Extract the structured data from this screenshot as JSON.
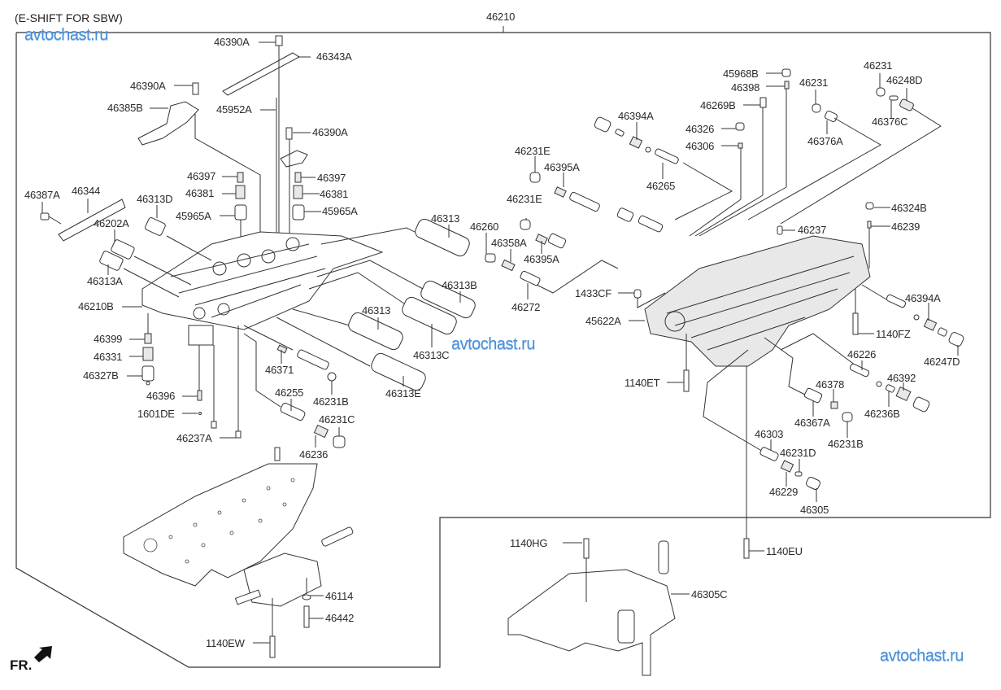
{
  "title": "(E-SHIFT FOR SBW)",
  "assembly_number": "46210",
  "watermarks": [
    "avtochast.ru",
    "avtochast.ru",
    "avtochast.ru"
  ],
  "watermark_color": "#4a8fd8",
  "front_indicator": "FR.",
  "labels": {
    "l46390A_1": "46390A",
    "l46343A": "46343A",
    "l46390A_2": "46390A",
    "l46385B": "46385B",
    "l45952A": "45952A",
    "l46390A_3": "46390A",
    "l46397_1": "46397",
    "l46381_1": "46381",
    "l45965A_1": "45965A",
    "l46397_2": "46397",
    "l46381_2": "46381",
    "l45965A_2": "45965A",
    "l46387A": "46387A",
    "l46344": "46344",
    "l46313D": "46313D",
    "l46202A": "46202A",
    "l46313A": "46313A",
    "l46210B": "46210B",
    "l46399": "46399",
    "l46331": "46331",
    "l46327B": "46327B",
    "l46396": "46396",
    "l1601DE": "1601DE",
    "l46237A": "46237A",
    "l46371": "46371",
    "l46231B_1": "46231B",
    "l46255": "46255",
    "l46231C": "46231C",
    "l46236": "46236",
    "l46313_1": "46313",
    "l46313B": "46313B",
    "l46313_2": "46313",
    "l46313C": "46313C",
    "l46313E": "46313E",
    "l46260": "46260",
    "l46358A": "46358A",
    "l46231E_1": "46231E",
    "l46395A_1": "46395A",
    "l46231E_2": "46231E",
    "l46395A_2": "46395A",
    "l46272": "46272",
    "l46394A_1": "46394A",
    "l46265": "46265",
    "l45968B": "45968B",
    "l46398": "46398",
    "l46269B": "46269B",
    "l46326": "46326",
    "l46306": "46306",
    "l46231_1": "46231",
    "l46376A": "46376A",
    "l46231_2": "46231",
    "l46248D": "46248D",
    "l46376C": "46376C",
    "l46324B": "46324B",
    "l46239": "46239",
    "l46237": "46237",
    "l1433CF": "1433CF",
    "l45622A": "45622A",
    "l1140ET": "1140ET",
    "l1140FZ": "1140FZ",
    "l46394A_2": "46394A",
    "l46247D": "46247D",
    "l46226": "46226",
    "l46378": "46378",
    "l46392": "46392",
    "l46367A": "46367A",
    "l46236B": "46236B",
    "l46231B_2": "46231B",
    "l46303": "46303",
    "l46231D": "46231D",
    "l46229": "46229",
    "l46305": "46305",
    "l1140EU": "1140EU",
    "l1140HG": "1140HG",
    "l46305C": "46305C",
    "l46114": "46114",
    "l46442": "46442",
    "l1140EW": "1140EW"
  }
}
